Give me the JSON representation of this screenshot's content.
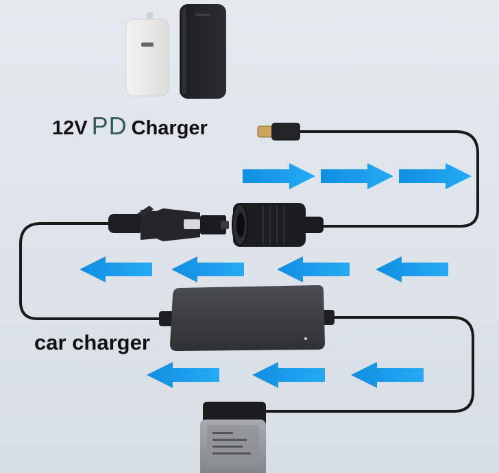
{
  "labels": {
    "voltage": "12V",
    "pd": "PD",
    "charger": "Charger",
    "car_charger": "car charger"
  },
  "colors": {
    "arrow": "#1aa0ef",
    "cable": "#1a1a1a",
    "pd_text": "#2f5a55",
    "background": "#e0e6ec"
  },
  "icons": [
    "wall-adapter-icon",
    "power-bank-icon",
    "usb-c-plug-icon",
    "car-cigarette-plug-icon",
    "car-socket-icon",
    "car-charger-box-icon",
    "drone-battery-icon",
    "arrow-right-icon",
    "arrow-left-icon"
  ]
}
